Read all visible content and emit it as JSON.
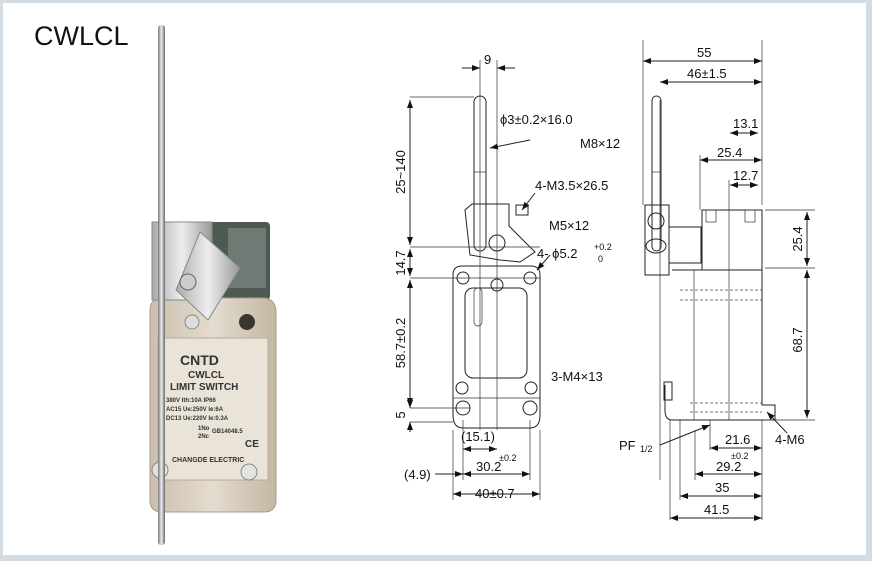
{
  "title": "CWLCL",
  "product_label": {
    "brand": "CNTD",
    "model": "CWLCL",
    "type": "LIMIT SWITCH",
    "specs": [
      "380V  Ith:10A  IP66",
      "AC15  Ue:250V  Ie:6A",
      "DC13  Ue:220V  Ie:0.3A"
    ],
    "standard": "GB14048.5",
    "contacts": [
      "1No",
      "2Nc"
    ],
    "maker": "CHANGDE ELECTRIC"
  },
  "front_view": {
    "width_9": "9",
    "rod": "ϕ3±0.2×16.0",
    "lever_len": "25~140",
    "screw_m8": "M8×12",
    "screw_m35": "4-M3.5×26.5",
    "screw_m5": "M5×12",
    "hole": "4- ϕ5.2",
    "hole_tol_upper": "+0.2",
    "hole_tol_lower": "0",
    "h_14_7": "14.7",
    "h_58_7": "58.7±0.2",
    "screw_m4": "3-M4×13",
    "h_5": "5",
    "w_15_1": "(15.1)",
    "tol_0_2": "±0.2",
    "w_30_2": "30.2",
    "w_4_9": "(4.9)",
    "w_40": "40±0.7"
  },
  "side_view": {
    "w_55": "55",
    "w_46": "46±1.5",
    "w_13_1": "13.1",
    "w_25_4": "25.4",
    "w_12_7": "12.7",
    "h_25_4": "25.4",
    "h_68_7": "68.7",
    "pf": "PF",
    "pf_frac": "1/2",
    "w_21_6": "21.6",
    "tol_0_2": "±0.2",
    "w_29_2": "29.2",
    "w_35": "35",
    "w_41_5": "41.5",
    "m6": "4-M6"
  }
}
